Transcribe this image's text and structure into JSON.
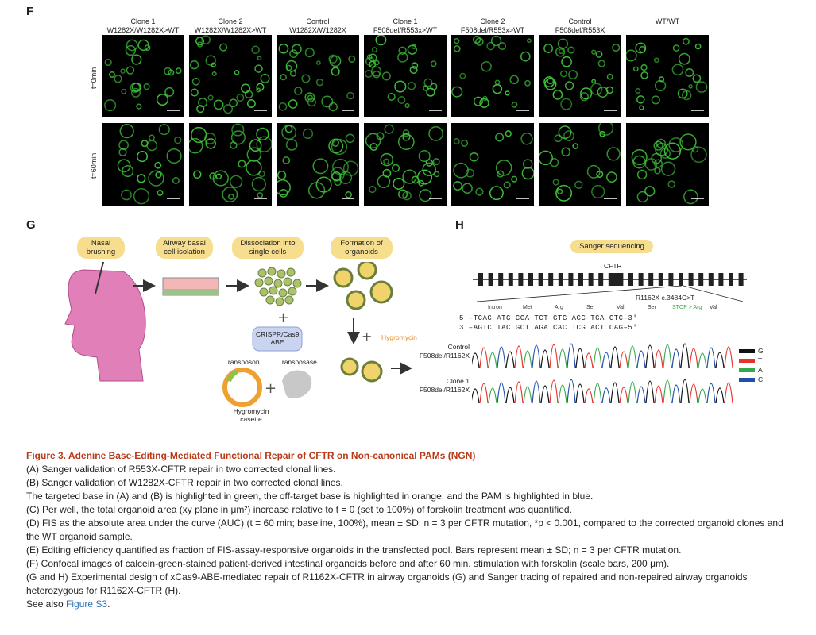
{
  "panels": {
    "f": "F",
    "g": "G",
    "h": "H"
  },
  "panel_f": {
    "columns": [
      {
        "line1": "Clone 1",
        "line2": "W1282X/W1282X>WT"
      },
      {
        "line1": "Clone 2",
        "line2": "W1282X/W1282X>WT"
      },
      {
        "line1": "Control",
        "line2": "W1282X/W1282X"
      },
      {
        "line1": "Clone 1",
        "line2": "F508del/R553x>WT"
      },
      {
        "line1": "Clone 2",
        "line2": "F508del/R553x>WT"
      },
      {
        "line1": "Control",
        "line2": "F508del/R553X"
      },
      {
        "line1": "WT/WT",
        "line2": ""
      }
    ],
    "rows": [
      "t=0min",
      "t=60min"
    ],
    "colors": {
      "organoid": "#3fc23a",
      "background": "#000000"
    }
  },
  "panel_g": {
    "steps": [
      "Nasal brushing",
      "Airway basal cell isolation",
      "Dissociation into single cells",
      "Formation of organoids"
    ],
    "crispr_label": "CRISPR/Cas9 ABE",
    "transposon": "Transposon",
    "transposase": "Transposase",
    "cassette": "Hygromycin casette",
    "hygromycin": "Hygromycin"
  },
  "panel_h": {
    "sanger": "Sanger sequencing",
    "gene": "CFTR",
    "mutation": "R1162X c.3484C>T",
    "codon_labels": [
      "Intron",
      "Met",
      "Arg",
      "Ser",
      "Val",
      "Ser",
      "STOP > Arg",
      "Val"
    ],
    "seq_top": "5'–TCAG ATG CGA TCT GTG AGC TGA GTC–3'",
    "seq_bottom": "3'–AGTC TAC GCT AGA CAC TCG ACT CAG–5'",
    "trace_control": "Control F508del/R1162X",
    "trace_clone": "Clone 1 F508del/R1162X",
    "legend": [
      {
        "base": "G",
        "color": "#111111"
      },
      {
        "base": "T",
        "color": "#e8322d"
      },
      {
        "base": "A",
        "color": "#35a84a"
      },
      {
        "base": "C",
        "color": "#1f4fa8"
      }
    ]
  },
  "caption": {
    "title": "Figure 3. Adenine Base-Editing-Mediated Functional Repair of CFTR on Non-canonical PAMs (NGN)",
    "lines": [
      "(A) Sanger validation of R553X-CFTR repair in two corrected clonal lines.",
      "(B) Sanger validation of W1282X-CFTR repair in two corrected clonal lines.",
      "The targeted base in (A) and (B) is highlighted in green, the off-target base is highlighted in orange, and the PAM is highlighted in blue.",
      "(C) Per well, the total organoid area (xy plane in μm²) increase relative to t = 0 (set to 100%) of forskolin treatment was quantified.",
      "(D) FIS as the absolute area under the curve (AUC) (t = 60 min; baseline, 100%), mean ± SD; n = 3 per CFTR mutation, *p < 0.001, compared to the corrected organoid clones and the WT organoid sample.",
      "(E) Editing efficiency quantified as fraction of FIS-assay-responsive organoids in the transfected pool. Bars represent mean ± SD; n = 3 per CFTR mutation.",
      "(F) Confocal images of calcein-green-stained patient-derived intestinal organoids before and after 60 min. stimulation with forskolin (scale bars, 200 μm).",
      "(G and H) Experimental design of xCas9-ABE-mediated repair of R1162X-CFTR in airway organoids (G) and Sanger tracing of repaired and non-repaired airway organoids heterozygous for R1162X-CFTR (H)."
    ],
    "see_also_prefix": "See also ",
    "see_also_link": "Figure S3",
    "see_also_suffix": "."
  }
}
